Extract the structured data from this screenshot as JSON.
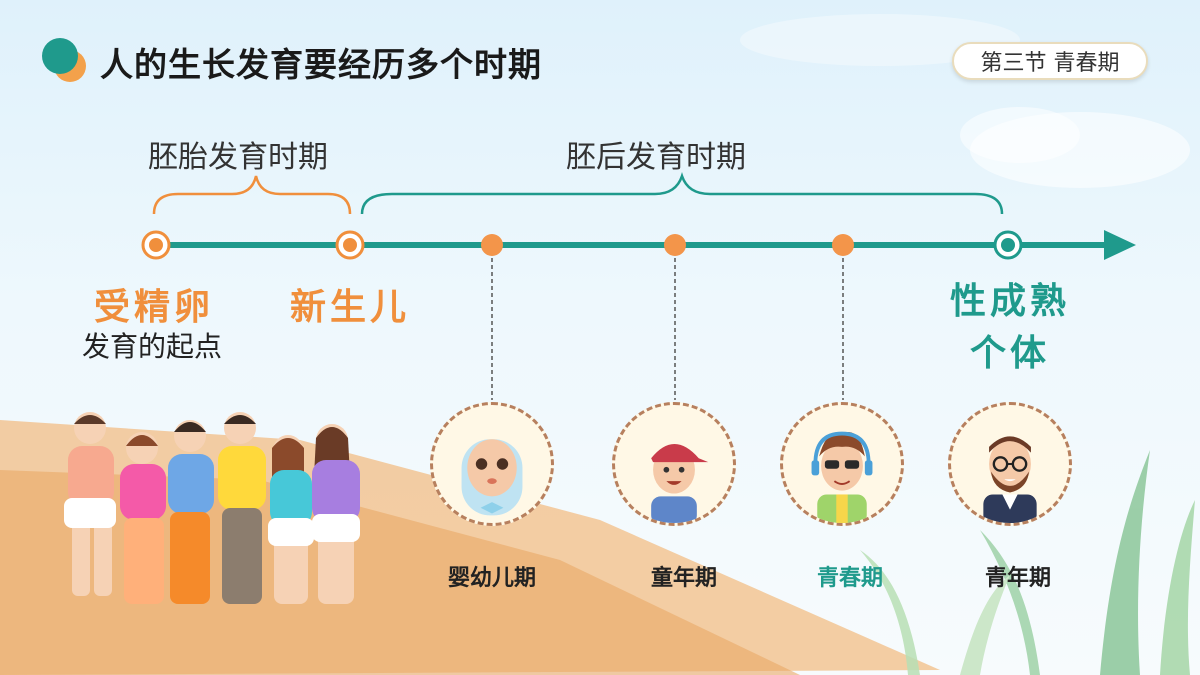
{
  "header": {
    "title": "人的生长发育要经历多个时期",
    "badge": "第三节 青春期"
  },
  "periods": {
    "embryonic": "胚胎发育时期",
    "postembryonic": "胚后发育时期"
  },
  "milestones": {
    "start": {
      "label": "受精卵",
      "sub": "发育的起点"
    },
    "newborn": {
      "label": "新生儿"
    },
    "mature": {
      "line1": "性成熟",
      "line2": "个体"
    }
  },
  "stages": [
    {
      "label": "婴幼儿期",
      "icon": "baby-icon"
    },
    {
      "label": "童年期",
      "icon": "child-icon"
    },
    {
      "label": "青春期",
      "icon": "teenager-icon"
    },
    {
      "label": "青年期",
      "icon": "young-adult-icon"
    }
  ],
  "colors": {
    "teal": "#1f9a8c",
    "orange": "#f08f3c"
  }
}
